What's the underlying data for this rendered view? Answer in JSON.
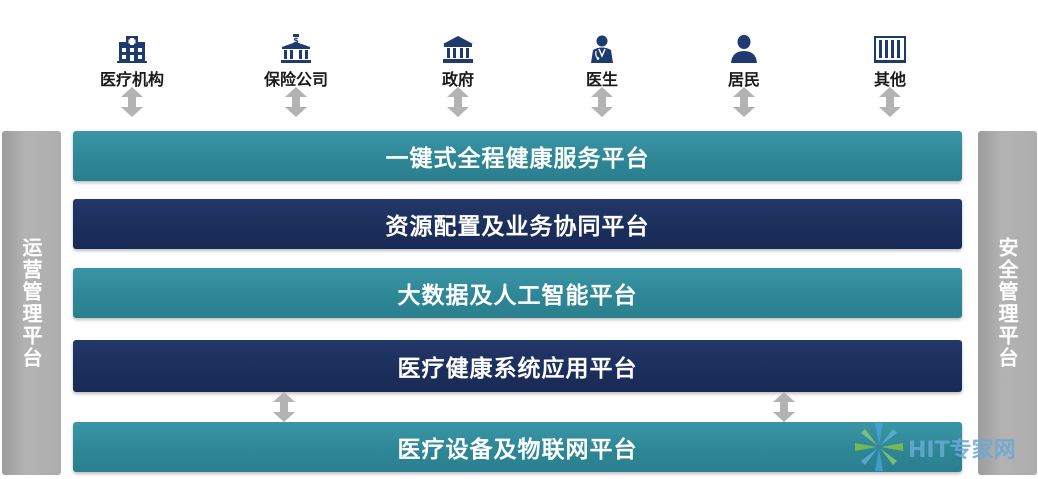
{
  "stakeholders": [
    {
      "label": "医疗机构",
      "icon": "hospital-icon"
    },
    {
      "label": "保险公司",
      "icon": "bank-building-icon"
    },
    {
      "label": "政府",
      "icon": "government-icon"
    },
    {
      "label": "医生",
      "icon": "doctor-icon"
    },
    {
      "label": "居民",
      "icon": "resident-icon"
    },
    {
      "label": "其他",
      "icon": "other-building-icon"
    }
  ],
  "side": {
    "left": "运营管理平台",
    "right": "安全管理平台"
  },
  "platforms": [
    {
      "label": "一键式全程健康服务平台",
      "color": "#2e8796"
    },
    {
      "label": "资源配置及业务协同平台",
      "color": "#1c2f5c"
    },
    {
      "label": "大数据及人工智能平台",
      "color": "#2e8796"
    },
    {
      "label": "医疗健康系统应用平台",
      "color": "#1c2f5c"
    },
    {
      "label": "医疗设备及物联网平台",
      "color": "#2e8796"
    }
  ],
  "watermark": {
    "brand": "HIT专家网"
  },
  "colors": {
    "teal": "#2e8796",
    "navy": "#1c2f5c",
    "side_gray": "#adadad",
    "arrow_gray": "#b0b0b0"
  }
}
